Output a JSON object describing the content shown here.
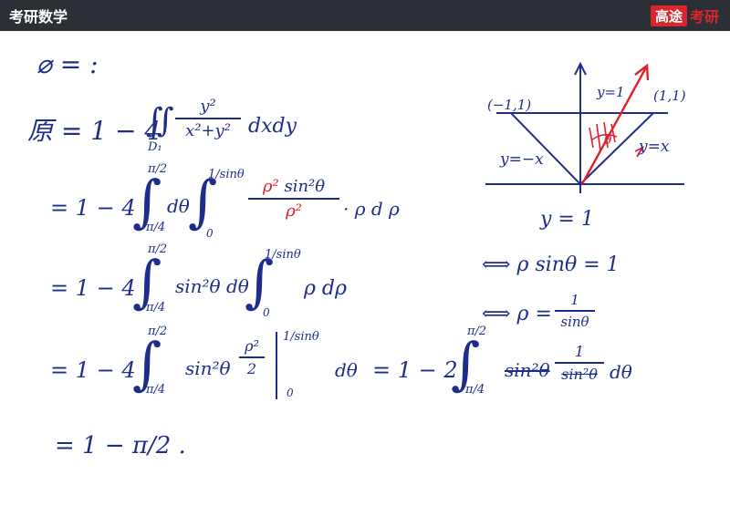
{
  "header": {
    "title": "考研数学",
    "logo_box": "高途",
    "logo_text": "考研"
  },
  "colors": {
    "header_bg": "#2b3036",
    "ink": "#1e2d8c",
    "accent_red": "#d9252b",
    "annotation_red": "#e0202a"
  },
  "derivation": {
    "line0": "⌀ = :",
    "line1_lhs": "原 = 1 − 4",
    "line1_int": "∬",
    "line1_domain": "D₁",
    "line1_num": "y²",
    "line1_den": "x²+y²",
    "line1_diff": "dxdy",
    "line2_lhs": "= 1 −  4",
    "line2_upper": "π/2",
    "line2_lower": "π/4",
    "line2_dtheta": "dθ",
    "line2_inner_upper": "1/sinθ",
    "line2_inner_lower": "0",
    "line2_num_rho": "ρ²",
    "line2_num_rest": "sin²θ",
    "line2_den_rho": "ρ²",
    "line2_tail": "· ρ d ρ",
    "line3_lhs": "= 1 −  4",
    "line3_upper": "π/2",
    "line3_lower": "π/4",
    "line3_mid": "sin²θ dθ",
    "line3_inner_upper": "1/sinθ",
    "line3_inner_lower": "0",
    "line3_tail": "ρ dρ",
    "line4_lhs": "= 1 −  4",
    "line4_upper": "π/2",
    "line4_lower": "π/4",
    "line4_mid": "sin²θ",
    "line4_frac_num": "ρ²",
    "line4_frac_den": "2",
    "line4_eval_upper": "1/sinθ",
    "line4_eval_lower": "0",
    "line4_dtheta": "dθ",
    "line4_eq": "=  1 − 2",
    "line4b_upper": "π/2",
    "line4b_lower": "π/4",
    "line4b_mid": "sin²θ",
    "line4b_num": "1",
    "line4b_den": "sin²θ",
    "line4b_dtheta": "dθ",
    "line5": "= 1 − π/2 ."
  },
  "figure": {
    "left_point": "(−1,1)",
    "right_point": "(1,1)",
    "top_line": "y=1",
    "left_line": "y=−x",
    "right_line": "y=x",
    "theta": "θ"
  },
  "polar": {
    "eq1": "y = 1",
    "eq2": "⟺  ρ sinθ = 1",
    "eq3_lhs": "⟺  ρ =",
    "eq3_num": "1",
    "eq3_den": "sinθ"
  }
}
